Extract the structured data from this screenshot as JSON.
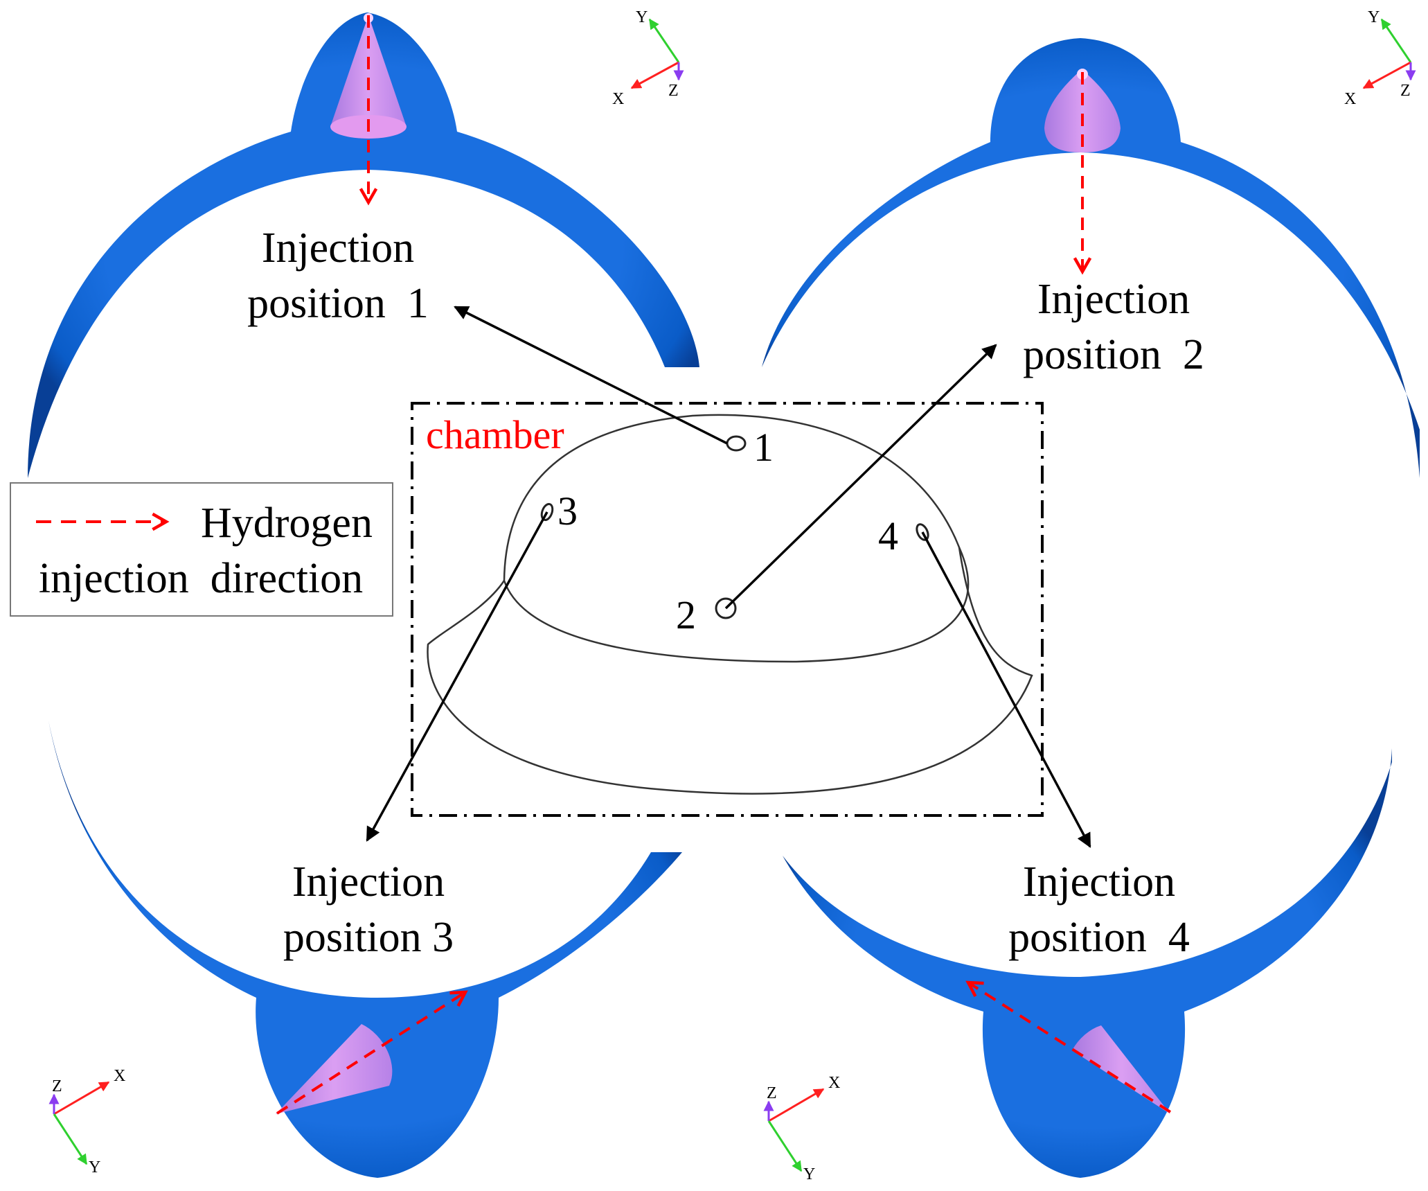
{
  "labels": {
    "pos1_line1": "Injection",
    "pos1_line2": "position  1",
    "pos2_line1": "Injection",
    "pos2_line2": "position  2",
    "pos3_line1": "Injection",
    "pos3_line2": "position 3",
    "pos4_line1": "Injection",
    "pos4_line2": "position  4",
    "chamber": "chamber"
  },
  "chamber_points": {
    "p1": "1",
    "p2": "2",
    "p3": "3",
    "p4": "4"
  },
  "legend": {
    "line1": "Hydrogen",
    "line2": "injection  direction"
  },
  "axes": {
    "top_left": {
      "a": "Y",
      "b": "X",
      "c": "Z"
    },
    "top_right": {
      "a": "Y",
      "b": "X",
      "c": "Z"
    },
    "bottom_left": {
      "a": "Z",
      "b": "X",
      "c": "Y"
    },
    "bottom_right": {
      "a": "Z",
      "b": "X",
      "c": "Y"
    }
  },
  "colors": {
    "shell": "#0a5cc8",
    "shell_dark": "#0a3f9a",
    "plume": "#d98ce8",
    "injection_arrow": "#ff0000",
    "chamber_label": "#ff0000",
    "axis_x": "#ff2020",
    "axis_y": "#2fd02f",
    "axis_z": "#8a3cf0"
  }
}
